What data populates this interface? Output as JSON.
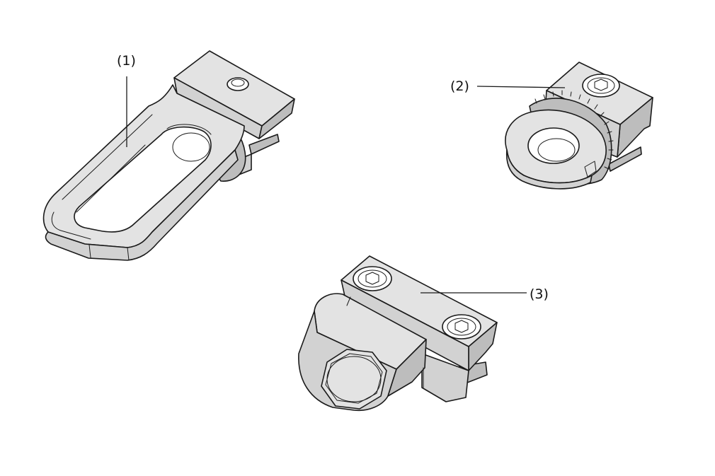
{
  "callouts": [
    {
      "id": "part-1",
      "label": "(1)"
    },
    {
      "id": "part-2",
      "label": "(2)"
    },
    {
      "id": "part-3",
      "label": "(3)"
    }
  ],
  "colors": {
    "background": "#ffffff",
    "outline": "#1a1a1a",
    "surface_light": "#e3e3e3",
    "surface_mid": "#d2d2d2",
    "surface_dark": "#bdbdbd"
  },
  "icons": [
    "long-eyelet-bracket-icon",
    "round-eyelet-clamp-icon",
    "hex-bolt-clamp-icon"
  ]
}
